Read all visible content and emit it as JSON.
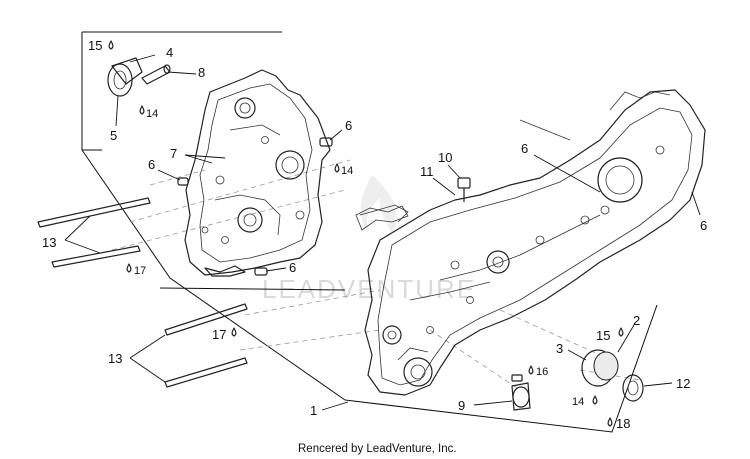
{
  "footer": {
    "text": "Rencered by LeadVenture, Inc."
  },
  "watermark": {
    "text": "LEADVENTURE"
  },
  "colors": {
    "line": "#111111",
    "background": "#ffffff",
    "watermark": "#d9d9d9"
  },
  "icons": {
    "lubricant_drop": "oil-drop-icon",
    "watermark_logo": "flame-logo-icon"
  },
  "callouts": {
    "c15a": "15",
    "c4": "4",
    "c8": "8",
    "c14a": "14",
    "c5": "5",
    "c6a": "6",
    "c7": "7",
    "c6b": "6",
    "c14b": "14",
    "c13a": "13",
    "c17a": "17",
    "c6c": "6",
    "c10": "10",
    "c11": "11",
    "c6d": "6",
    "c6e": "6",
    "c17b": "17",
    "c13b": "13",
    "c15b": "15",
    "c2": "2",
    "c3": "3",
    "c16": "16",
    "c12": "12",
    "c1": "1",
    "c9": "9",
    "c14c": "14",
    "c18": "18"
  }
}
